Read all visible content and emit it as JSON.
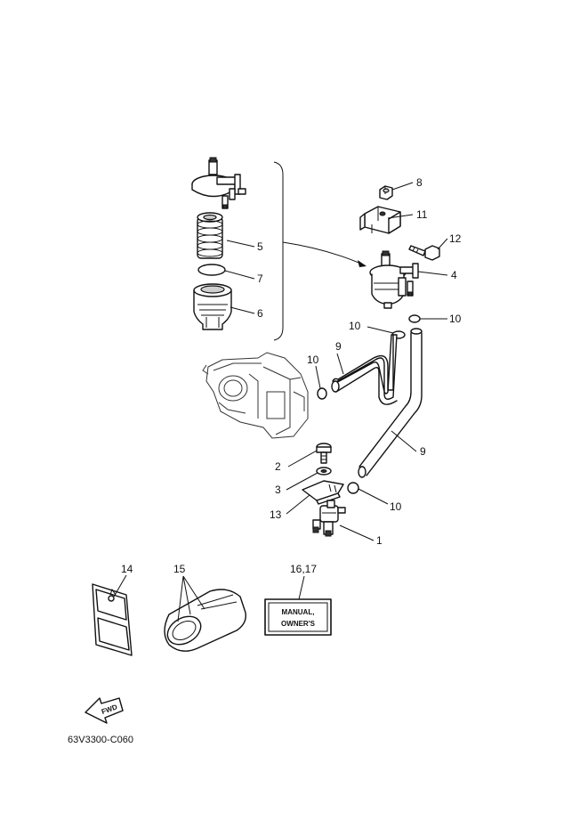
{
  "callouts": {
    "c1": "1",
    "c2": "2",
    "c3": "3",
    "c4": "4",
    "c5": "5",
    "c6": "6",
    "c7": "7",
    "c8": "8",
    "c9a": "9",
    "c9b": "9",
    "c10a": "10",
    "c10b": "10",
    "c10c": "10",
    "c10d": "10",
    "c11": "11",
    "c12": "12",
    "c13": "13",
    "c14": "14",
    "c15": "15",
    "c1617": "16,17"
  },
  "manual_label": {
    "line1": "MANUAL,",
    "line2": "OWNER'S"
  },
  "fwd_label": "FWD",
  "diagram_code": "63V3300-C060"
}
